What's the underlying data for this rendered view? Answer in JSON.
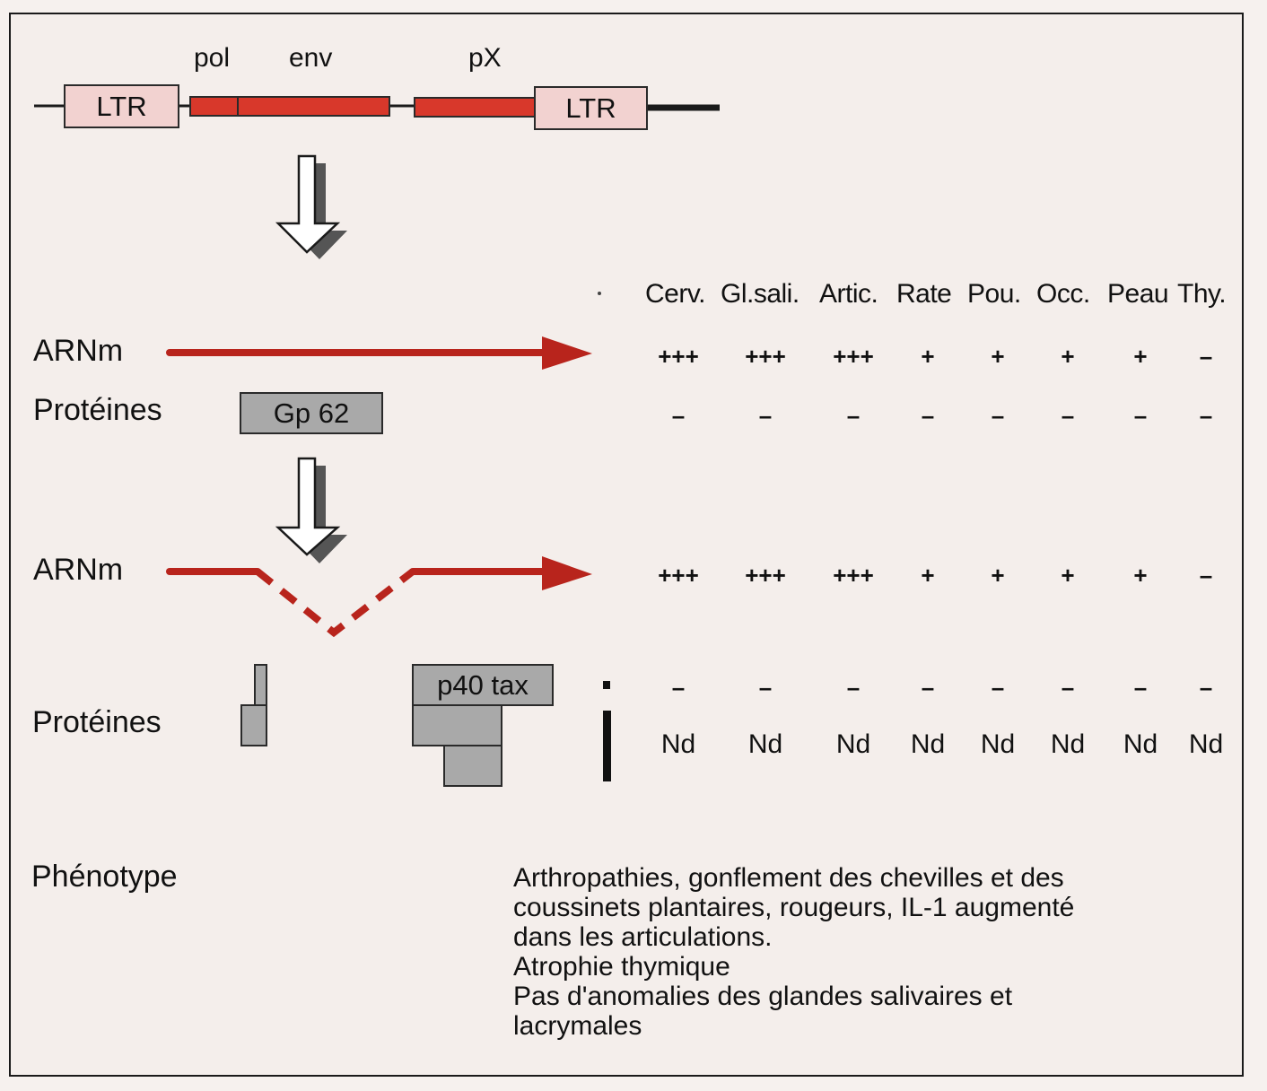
{
  "genome": {
    "ltr_left": "LTR",
    "ltr_right": "LTR",
    "gene_labels": [
      "pol",
      "env",
      "pX"
    ]
  },
  "rows": {
    "row1_mrna_label": "ARNm",
    "row1_protein_label": "Protéines",
    "row1_protein_box": "Gp 62",
    "row2_mrna_label": "ARNm",
    "row2_protein_label": "Protéines",
    "row2_protein_box": "p40 tax"
  },
  "table": {
    "columns": [
      "Cerv.",
      "Gl.sali.",
      "Artic.",
      "Rate",
      "Pou.",
      "Occ.",
      "Peau",
      "Thy."
    ],
    "row1_mrna": [
      "+++",
      "+++",
      "+++",
      "+",
      "+",
      "+",
      "+",
      "–"
    ],
    "row1_protein": [
      "–",
      "–",
      "–",
      "–",
      "–",
      "–",
      "–",
      "–"
    ],
    "row2_mrna": [
      "+++",
      "+++",
      "+++",
      "+",
      "+",
      "+",
      "+",
      "–"
    ],
    "row2_protein_a": [
      "–",
      "–",
      "–",
      "–",
      "–",
      "–",
      "–",
      "–"
    ],
    "row2_protein_b": [
      "Nd",
      "Nd",
      "Nd",
      "Nd",
      "Nd",
      "Nd",
      "Nd",
      "Nd"
    ]
  },
  "phenotype": {
    "label": "Phénotype",
    "lines": [
      "Arthropathies, gonflement des chevilles et des",
      "coussinets plantaires, rougeurs, IL-1 augmenté",
      "dans les articulations.",
      "Atrophie thymique",
      "Pas d'anomalies des glandes salivaires et",
      "lacrymales"
    ]
  },
  "colors": {
    "gene": "#d8382b",
    "ltr": "#f2d2d0",
    "mrna_arrow": "#b8241c",
    "protein": "#a9a9a9",
    "background": "#f4eeeb"
  }
}
